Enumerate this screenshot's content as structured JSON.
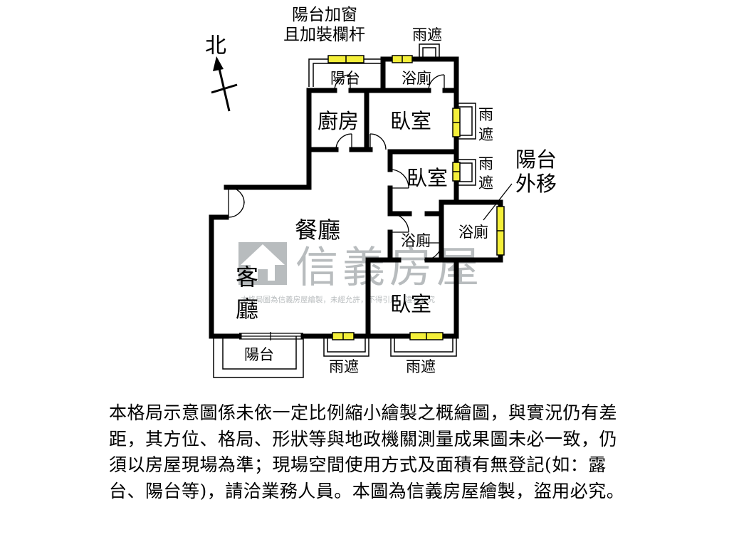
{
  "labels": {
    "north": "北",
    "balcony_window_note": [
      "陽台加窗",
      "且加裝欄杆"
    ],
    "balcony_move_note": [
      "陽台",
      "外移"
    ],
    "awning": "雨遮",
    "awning_vertical": [
      "雨",
      "遮"
    ],
    "balcony": "陽台",
    "bathroom": "浴廁",
    "kitchen": "廚房",
    "bedroom": "臥室",
    "dining_room": "餐廳",
    "living_room": [
      "客",
      "廳"
    ]
  },
  "watermark": {
    "brand": "信義房屋",
    "small_text": "本格局圖為信義房屋繪製，未經允許，不得引用，違者必究",
    "color": "#b8bcbe"
  },
  "colors": {
    "wall": "#000000",
    "window_fill": "#f4ef3a",
    "thin_line": "#000000"
  },
  "disclaimer": "本格局示意圖係未依一定比例縮小繪製之概繪圖，與實況仍有差距，其方位、格局、形狀等與地政機關測量成果圖未必一致，仍須以房屋現場為準；現場空間使用方式及面積有無登記(如：露台、陽台等)，請洽業務人員。本圖為信義房屋繪製，盜用必究。"
}
